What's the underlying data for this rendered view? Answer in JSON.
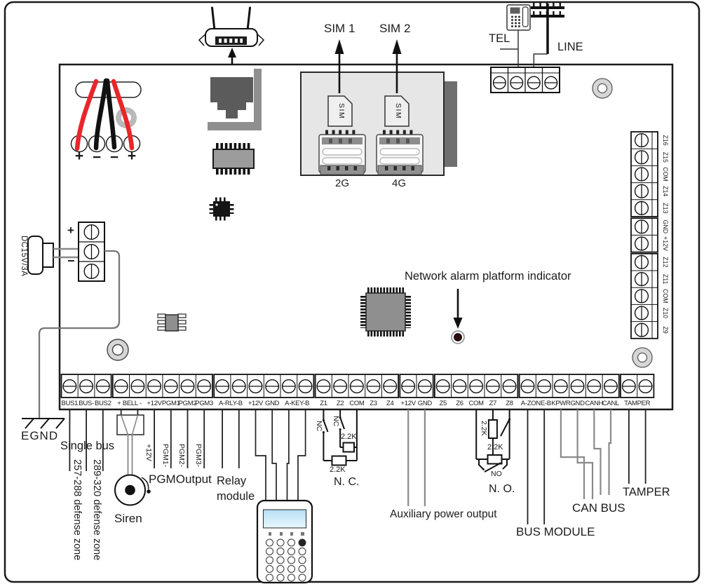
{
  "top": {
    "sim1": "SIM 1",
    "sim2": "SIM 2",
    "tel": "TEL",
    "line": "LINE",
    "slot2g": "2G",
    "slot4g": "4G",
    "sim_card": "SIM"
  },
  "power": {
    "adapter": "DC15V/3A",
    "plus": "+",
    "minus": "−"
  },
  "wire_labels": [
    "+",
    "−",
    "−",
    "+"
  ],
  "board": {
    "indicator": "Network alarm platform indicator"
  },
  "bottom_strip": {
    "groups": [
      {
        "terminals": [
          {
            "label": "BUS1",
            "span": 1
          },
          {
            "label": "BUS-",
            "span": 1
          },
          {
            "label": "BUS2",
            "span": 1
          }
        ]
      },
      {
        "terminals": [
          {
            "label": "+ BELL -",
            "span": 2
          },
          {
            "label": "+12V",
            "span": 1
          },
          {
            "label": "PGM1",
            "span": 1
          },
          {
            "label": "PGM2",
            "span": 1
          },
          {
            "label": "PGM3",
            "span": 1
          }
        ]
      },
      {
        "terminals": [
          {
            "label": "A-RLY-B",
            "span": 2
          },
          {
            "label": "+12V",
            "span": 1
          },
          {
            "label": "GND",
            "span": 1
          },
          {
            "label": "A-KEY-B",
            "span": 2
          }
        ]
      },
      {
        "terminals": [
          {
            "label": "Z1",
            "span": 1
          },
          {
            "label": "Z2",
            "span": 1
          },
          {
            "label": "COM",
            "span": 1
          },
          {
            "label": "Z3",
            "span": 1
          },
          {
            "label": "Z4",
            "span": 1
          }
        ]
      },
      {
        "terminals": [
          {
            "label": "+12V",
            "span": 1
          },
          {
            "label": "GND",
            "span": 1
          }
        ]
      },
      {
        "terminals": [
          {
            "label": "Z5",
            "span": 1
          },
          {
            "label": "Z6",
            "span": 1
          },
          {
            "label": "COM",
            "span": 1
          },
          {
            "label": "Z7",
            "span": 1
          },
          {
            "label": "Z8",
            "span": 1
          }
        ]
      },
      {
        "terminals": [
          {
            "label": "A-ZONE-B",
            "span": 2
          },
          {
            "label": "KPWR",
            "span": 1
          },
          {
            "label": "GND",
            "span": 1
          },
          {
            "label": "CANH",
            "span": 1
          },
          {
            "label": "CANL",
            "span": 1
          }
        ]
      },
      {
        "terminals": [
          {
            "label": "TAMPER",
            "span": 2
          }
        ]
      }
    ]
  },
  "right_strip": {
    "groups": [
      [
        "Z16",
        "Z15",
        "COM",
        "Z14",
        "Z13"
      ],
      [
        "GND",
        "+12V"
      ],
      [
        "Z12",
        "Z11",
        "COM",
        "Z10",
        "Z9"
      ]
    ]
  },
  "annotations": {
    "egnd": "EGND",
    "single_bus": "Single bus",
    "defense_zone_1": "257-288 defense zone",
    "defense_zone_2": "289-320 defense zone",
    "siren": "Siren",
    "pgm_wire_labels": [
      "+12V",
      "PGM1-",
      "PGM2-",
      "PGM3-"
    ],
    "pgm_output": "PGMOutput",
    "relay_module": "Relay module",
    "nc": {
      "switches": [
        "NC",
        "NC"
      ],
      "r_upper": "2.2K",
      "r_lower": "2.2K",
      "caption": "N. C."
    },
    "aux_power": "Auxiliary power output",
    "no": {
      "r_vert": "2.2K",
      "r_horiz": "2.2K",
      "switch": "NO",
      "caption": "N. O."
    },
    "bus_module": "BUS MODULE",
    "can_bus": "CAN BUS",
    "tamper": "TAMPER"
  },
  "colors": {
    "wire_red": "#e8262a",
    "panel_gray": "#e6e6e6",
    "dark_gray": "#5b5b5b",
    "led_core": "#2e0d10"
  }
}
